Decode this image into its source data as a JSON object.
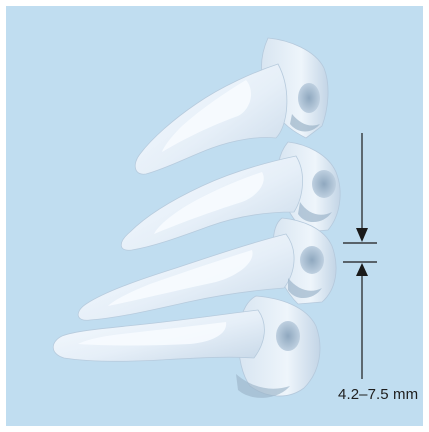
{
  "figure": {
    "background_color": "#c0ddf0",
    "bone_color": "#e8f1fa",
    "bone_shadow_color": "#9fb7cc",
    "annotation_color": "#1a1a1a",
    "measurement_label": "4.2–7.5 mm",
    "measured_range_mm": [
      4.2,
      7.5
    ]
  }
}
